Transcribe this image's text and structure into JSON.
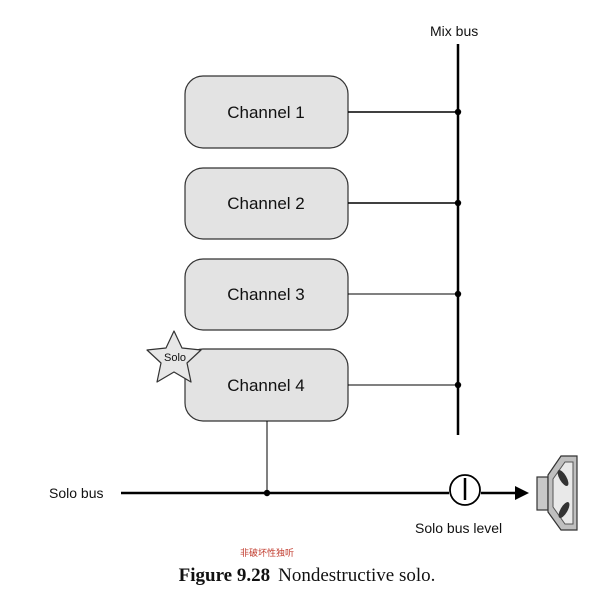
{
  "mix_bus_label": "Mix bus",
  "solo_bus_label": "Solo bus",
  "solo_bus_level_label": "Solo bus level",
  "channels": [
    "Channel 1",
    "Channel 2",
    "Channel 3",
    "Channel 4"
  ],
  "solo_badge": "Solo",
  "annotation": "非破坏性独听",
  "caption": {
    "figure": "Figure 9.28",
    "text": "Nondestructive solo."
  }
}
